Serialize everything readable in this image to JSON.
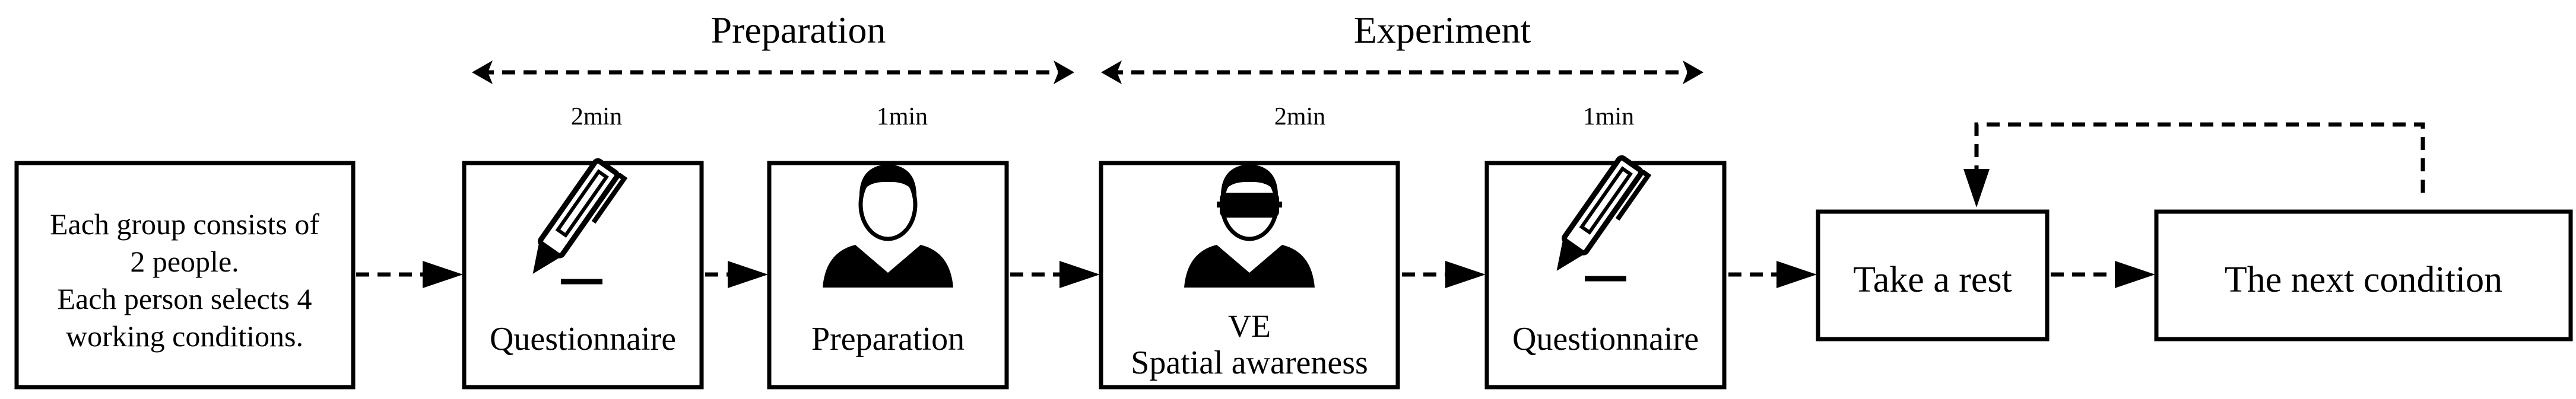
{
  "phases": {
    "preparation": "Preparation",
    "experiment": "Experiment"
  },
  "durations": {
    "questionnaire_1": "2min",
    "preparation": "1min",
    "ve": "2min",
    "questionnaire_2": "1min"
  },
  "boxes": {
    "group": {
      "lines": [
        "Each group consists of",
        "2 people.",
        "Each person selects 4",
        "working conditions."
      ]
    },
    "questionnaire_1": {
      "label": "Questionnaire",
      "icon": "pen-icon"
    },
    "preparation": {
      "label": "Preparation",
      "icon": "person-icon"
    },
    "ve": {
      "label_1": "VE",
      "label_2": "Spatial awareness",
      "icon": "vr-headset-person-icon"
    },
    "questionnaire_2": {
      "label": "Questionnaire",
      "icon": "pen-icon"
    },
    "rest": {
      "label": "Take a rest"
    },
    "next": {
      "label": "The next condition"
    }
  }
}
